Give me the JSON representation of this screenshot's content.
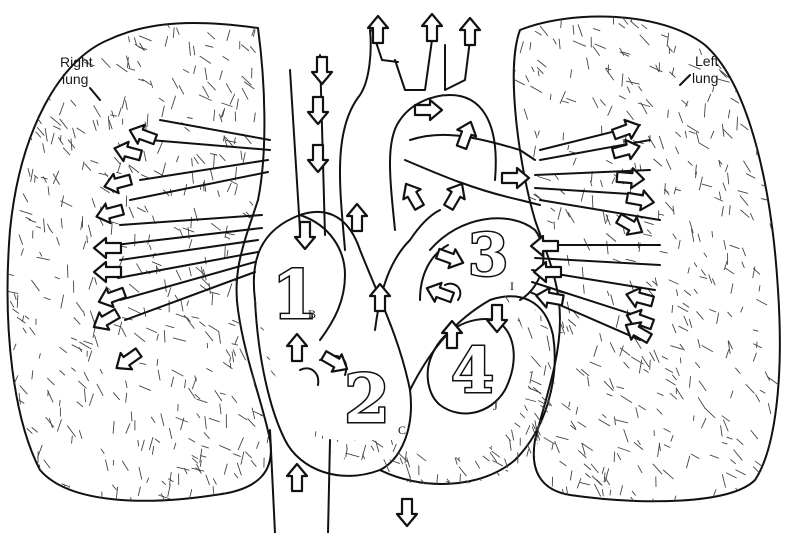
{
  "labels": {
    "right_lung": [
      "Right",
      "lung"
    ],
    "left_lung": [
      "Left",
      "lung"
    ]
  },
  "chambers": [
    {
      "number": "1",
      "letter": "B"
    },
    {
      "number": "2",
      "letter": "C"
    },
    {
      "number": "3",
      "letter": "I"
    },
    {
      "number": "4",
      "letter": "J"
    }
  ],
  "colors": {
    "ink": "#111111",
    "paper": "#ffffff",
    "arrow_fill": "#ffffff"
  }
}
